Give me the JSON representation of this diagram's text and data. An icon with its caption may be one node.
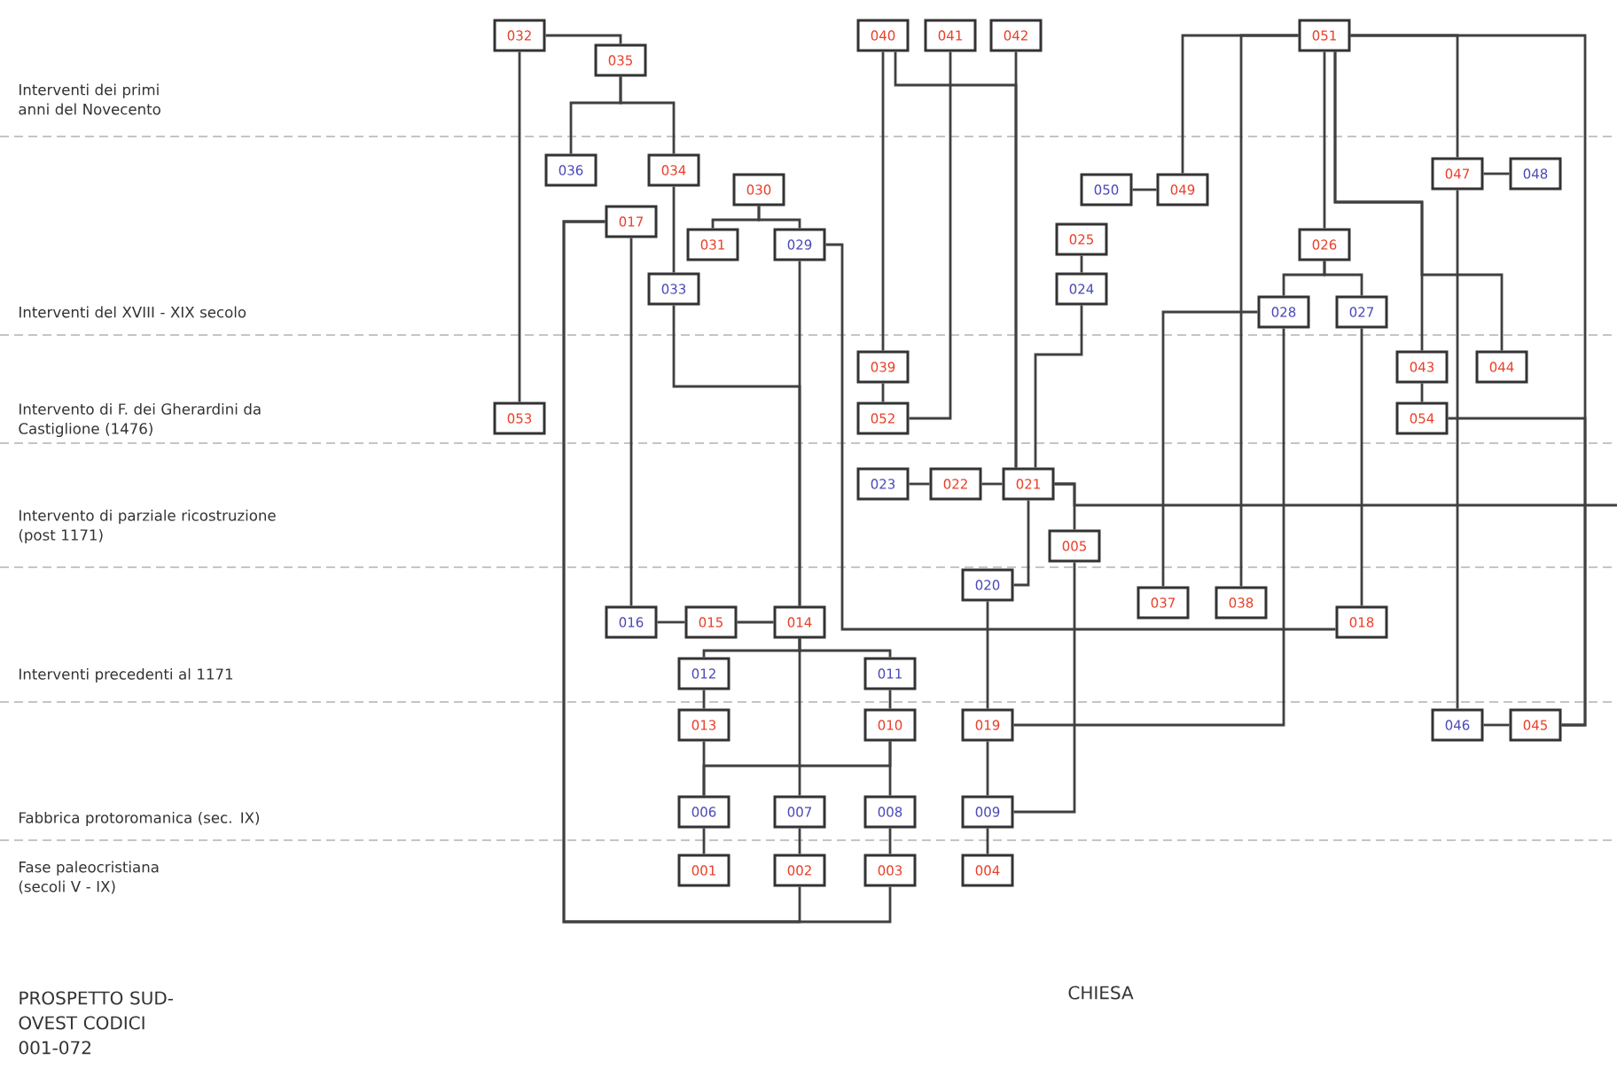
{
  "diagram": {
    "nodes": [
      {
        "text": [
          "032"
        ]
      },
      {
        "text": [
          "035"
        ]
      },
      {
        "text": [
          "040"
        ]
      },
      {
        "text": [
          "041"
        ]
      },
      {
        "text": [
          "042"
        ]
      },
      {
        "text": [
          "051"
        ]
      },
      {
        "text": [
          "036"
        ]
      },
      {
        "text": [
          "034"
        ]
      },
      {
        "text": [
          "047"
        ]
      },
      {
        "text": [
          "048"
        ]
      },
      {
        "text": [
          "030"
        ]
      },
      {
        "text": [
          "050"
        ]
      },
      {
        "text": [
          "049"
        ]
      },
      {
        "text": [
          "017"
        ]
      },
      {
        "text": [
          "031"
        ]
      },
      {
        "text": [
          "029"
        ]
      },
      {
        "text": [
          "025"
        ]
      },
      {
        "text": [
          "026"
        ]
      },
      {
        "text": [
          "033"
        ]
      },
      {
        "text": [
          "024"
        ]
      },
      {
        "text": [
          "028"
        ]
      },
      {
        "text": [
          "027"
        ]
      },
      {
        "text": [
          "039"
        ]
      },
      {
        "text": [
          "043"
        ]
      },
      {
        "text": [
          "044"
        ]
      },
      {
        "text": [
          "053"
        ]
      },
      {
        "text": [
          "052"
        ]
      },
      {
        "text": [
          "054"
        ]
      },
      {
        "text": [
          "023"
        ]
      },
      {
        "text": [
          "022"
        ]
      },
      {
        "text": [
          "021"
        ]
      },
      {
        "text": [
          "005"
        ]
      },
      {
        "text": [
          "020"
        ]
      },
      {
        "text": [
          "037"
        ]
      },
      {
        "text": [
          "038"
        ]
      },
      {
        "text": [
          "016"
        ]
      },
      {
        "text": [
          "015"
        ]
      },
      {
        "text": [
          "014"
        ]
      },
      {
        "text": [
          "018"
        ]
      },
      {
        "text": [
          "012"
        ]
      },
      {
        "text": [
          "011"
        ]
      },
      {
        "text": [
          "013"
        ]
      },
      {
        "text": [
          "010"
        ]
      },
      {
        "text": [
          "019"
        ]
      },
      {
        "text": [
          "046"
        ]
      },
      {
        "text": [
          "045"
        ]
      },
      {
        "text": [
          "006"
        ]
      },
      {
        "text": [
          "007"
        ]
      },
      {
        "text": [
          "008"
        ]
      },
      {
        "text": [
          "009"
        ]
      },
      {
        "text": [
          "001"
        ]
      },
      {
        "text": [
          "002"
        ]
      },
      {
        "text": [
          "003"
        ]
      },
      {
        "text": [
          "004"
        ]
      }
    ],
    "edges": [
      {
        "from": 0,
        "to": 1,
        "arrow": "none"
      },
      {
        "from": 0,
        "to": 25,
        "arrow": "none"
      },
      {
        "from": 1,
        "to": 6,
        "arrow": "none"
      },
      {
        "from": 1,
        "to": 7,
        "arrow": "none"
      },
      {
        "from": 7,
        "to": 18,
        "arrow": "none"
      },
      {
        "from": 18,
        "to": 37,
        "arrow": "none"
      },
      {
        "from": 10,
        "to": 14,
        "arrow": "none"
      },
      {
        "from": 10,
        "to": 15,
        "arrow": "none"
      },
      {
        "from": 15,
        "to": 37,
        "arrow": "none"
      },
      {
        "from": 15,
        "to": 38,
        "arrow": "none"
      },
      {
        "from": 13,
        "to": 35,
        "arrow": "none"
      },
      {
        "from": 13,
        "to": 51,
        "arrow": "none"
      },
      {
        "from": 13,
        "to": 52,
        "arrow": "none"
      },
      {
        "from": 35,
        "to": 36,
        "arrow": "none"
      },
      {
        "from": 36,
        "to": 37,
        "arrow": "none"
      },
      {
        "from": 37,
        "to": 39,
        "arrow": "none"
      },
      {
        "from": 37,
        "to": 40,
        "arrow": "none"
      },
      {
        "from": 37,
        "to": 47,
        "arrow": "none"
      },
      {
        "from": 39,
        "to": 41,
        "arrow": "none"
      },
      {
        "from": 40,
        "to": 42,
        "arrow": "none"
      },
      {
        "from": 41,
        "to": 46,
        "arrow": "none"
      },
      {
        "from": 42,
        "to": 46,
        "arrow": "none"
      },
      {
        "from": 42,
        "to": 48,
        "arrow": "none"
      },
      {
        "from": 46,
        "to": 50,
        "arrow": "none"
      },
      {
        "from": 47,
        "to": 51,
        "arrow": "none"
      },
      {
        "from": 48,
        "to": 52,
        "arrow": "none"
      },
      {
        "from": 49,
        "to": 53,
        "arrow": "none"
      },
      {
        "from": 2,
        "to": 22,
        "arrow": "none"
      },
      {
        "from": 2,
        "to": 30,
        "arrow": "none"
      },
      {
        "from": 4,
        "to": 30,
        "arrow": "none"
      },
      {
        "from": 3,
        "to": 26,
        "arrow": "none"
      },
      {
        "from": 22,
        "to": 26,
        "arrow": "none"
      },
      {
        "from": 16,
        "to": 19,
        "arrow": "none"
      },
      {
        "from": 19,
        "to": 30,
        "arrow": "none"
      },
      {
        "from": 28,
        "to": 29,
        "arrow": "none"
      },
      {
        "from": 29,
        "to": 30,
        "arrow": "none"
      },
      {
        "from": 30,
        "to": 31,
        "arrow": "none"
      },
      {
        "from": 30,
        "to": null,
        "arrow": "none"
      },
      {
        "from": 30,
        "to": 32,
        "arrow": "none"
      },
      {
        "from": 31,
        "to": 49,
        "arrow": "none"
      },
      {
        "from": 32,
        "to": 43,
        "arrow": "none"
      },
      {
        "from": 43,
        "to": 49,
        "arrow": "none"
      },
      {
        "from": 20,
        "to": 33,
        "arrow": "none"
      },
      {
        "from": 20,
        "to": 43,
        "arrow": "none"
      },
      {
        "from": 5,
        "to": 34,
        "arrow": "none"
      },
      {
        "from": 5,
        "to": 12,
        "arrow": "none"
      },
      {
        "from": 5,
        "to": 17,
        "arrow": "none"
      },
      {
        "from": 17,
        "to": 20,
        "arrow": "none"
      },
      {
        "from": 17,
        "to": 21,
        "arrow": "none"
      },
      {
        "from": 21,
        "to": 38,
        "arrow": "none"
      },
      {
        "from": 5,
        "to": 23,
        "arrow": "none"
      },
      {
        "from": 5,
        "to": 24,
        "arrow": "none"
      },
      {
        "from": 23,
        "to": 27,
        "arrow": "none"
      },
      {
        "from": 5,
        "to": 8,
        "arrow": "none"
      },
      {
        "from": 8,
        "to": 9,
        "arrow": "none"
      },
      {
        "from": 8,
        "to": 44,
        "arrow": "none"
      },
      {
        "from": 5,
        "to": 45,
        "arrow": "none"
      },
      {
        "from": 27,
        "to": 45,
        "arrow": "none"
      },
      {
        "from": 44,
        "to": 45,
        "arrow": "none"
      },
      {
        "from": 11,
        "to": 12,
        "arrow": "none"
      }
    ],
    "labels": [
      "Interventi dei primi anni del Novecento",
      "Interventi del XVIII - XIX secolo",
      "Intervento di F. dei Gherardini da Castiglione (1476)",
      "Intervento di parziale ricostruzione (post 1171)",
      "Interventi precedenti al 1171",
      "Fabbrica protoromanica (sec. IX)",
      "Fase paleocristiana (secoli V - IX)",
      "PROSPETTO SUD-OVEST CODICI 001-072",
      "CHIESA"
    ]
  }
}
